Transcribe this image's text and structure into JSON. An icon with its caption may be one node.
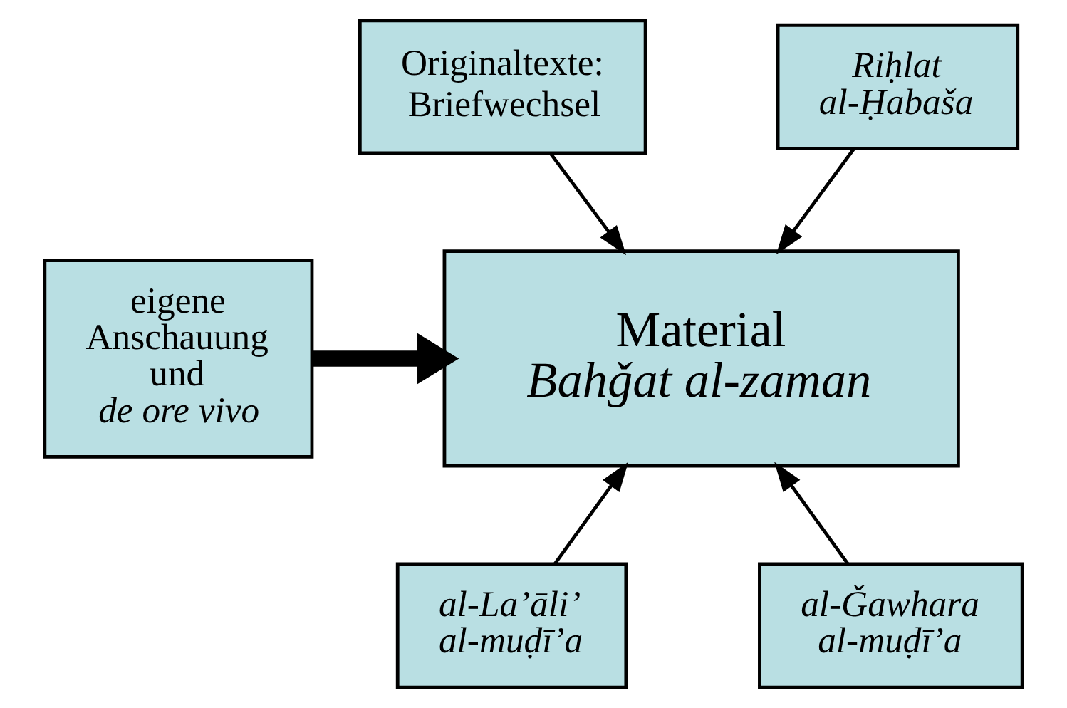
{
  "diagram": {
    "nodes": [
      {
        "text": [
          "Originaltexte: Briefwechsel"
        ]
      },
      {
        "text": [
          "Riḥlat al-Ḥabaša"
        ]
      },
      {
        "text": [
          "eigene Anschauung und",
          "de ore vivo"
        ]
      },
      {
        "text": [
          "Material",
          "Bahǧat al-zaman"
        ]
      },
      {
        "text": [
          "al-La’āli’ al-muḍī’a"
        ]
      },
      {
        "text": [
          "al-Ǧawhara al-muḍī’a"
        ]
      }
    ],
    "edges": [
      {
        "from": 0,
        "to": 3,
        "arrow": "to"
      },
      {
        "from": 1,
        "to": 3,
        "arrow": "to"
      },
      {
        "from": 2,
        "to": 3,
        "arrow": "to",
        "style": "thick"
      },
      {
        "from": 4,
        "to": 3,
        "arrow": "to"
      },
      {
        "from": 5,
        "to": 3,
        "arrow": "to"
      }
    ]
  }
}
